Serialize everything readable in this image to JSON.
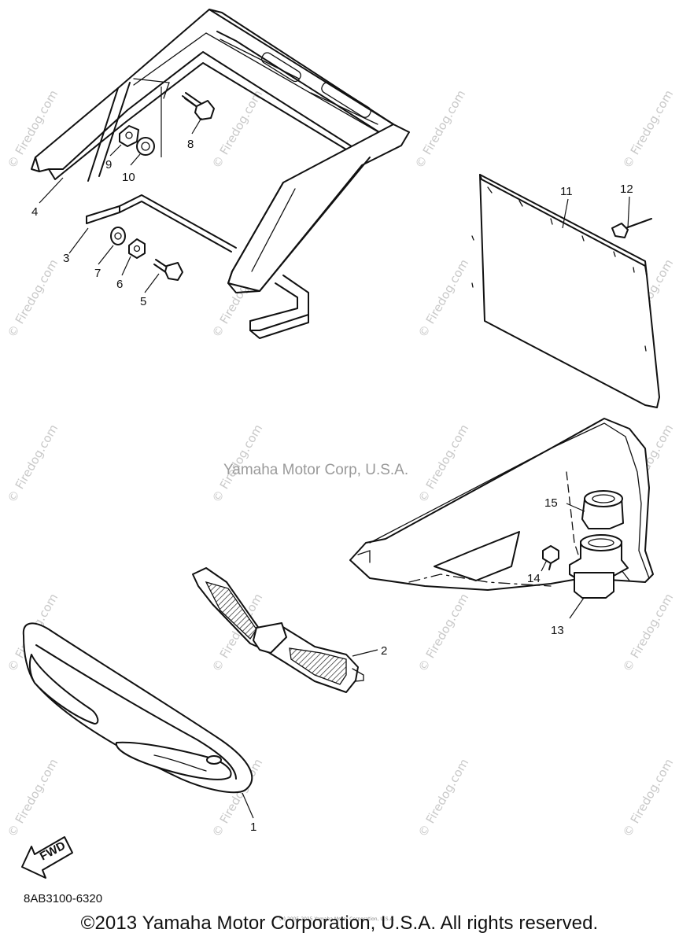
{
  "watermark_text": "© Firedog.com",
  "center_credit": "Yamaha Motor Corp, U.S.A.",
  "tiny_credit": "(c) 2005-2015 Yamaha Motor Corporation, U.S.A.",
  "fwd_label": "FWD",
  "diagram_code": "8AB3100-6320",
  "copyright": "©2013 Yamaha Motor Corporation, U.S.A. All rights reserved.",
  "callouts": {
    "c1": "1",
    "c2": "2",
    "c3": "3",
    "c4": "4",
    "c5": "5",
    "c6": "6",
    "c7": "7",
    "c8": "8",
    "c9": "9",
    "c10": "10",
    "c11": "11",
    "c12": "12",
    "c13": "13",
    "c14": "14",
    "c15": "15"
  }
}
